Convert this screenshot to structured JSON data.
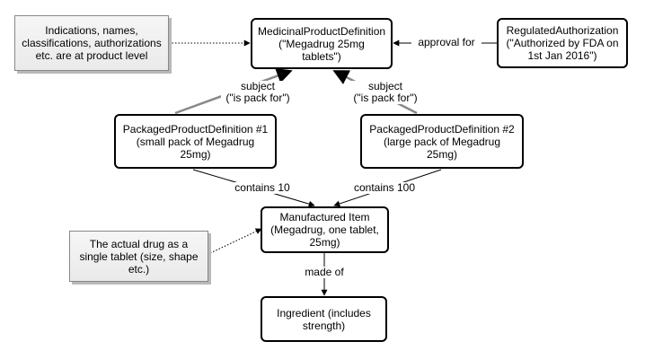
{
  "nodes": {
    "medicinal_product": {
      "line1": "MedicinalProductDefinition",
      "line2": "(\"Megadrug 25mg tablets\")"
    },
    "regulated_authorization": {
      "line1": "RegulatedAuthorization",
      "line2": "(\"Authorized by FDA on",
      "line3": "1st Jan 2016\")"
    },
    "packaged_1": {
      "line1": "PackagedProductDefinition #1",
      "line2": "(small pack of Megadrug 25mg)"
    },
    "packaged_2": {
      "line1": "PackagedProductDefinition #2",
      "line2": "(large pack of Megadrug 25mg)"
    },
    "manufactured_item": {
      "line1": "Manufactured Item",
      "line2": "(Megadrug, one tablet,",
      "line3": "25mg)"
    },
    "ingredient": {
      "line1": "Ingredient (includes",
      "line2": "strength)"
    }
  },
  "notes": {
    "product_level": {
      "line1": "Indications, names,",
      "line2": "classifications, authorizations",
      "line3": "etc. are at product level"
    },
    "actual_drug": {
      "line1": "The actual drug as a",
      "line2": "single tablet (size, shape",
      "line3": "etc.)"
    }
  },
  "edges": {
    "approval_for": "approval for",
    "subject_1_line1": "subject",
    "subject_1_line2": "(\"is pack for\")",
    "subject_2_line1": "subject",
    "subject_2_line2": "(\"is pack for\")",
    "contains_10": "contains 10",
    "contains_100": "contains 100",
    "made_of": "made of"
  }
}
